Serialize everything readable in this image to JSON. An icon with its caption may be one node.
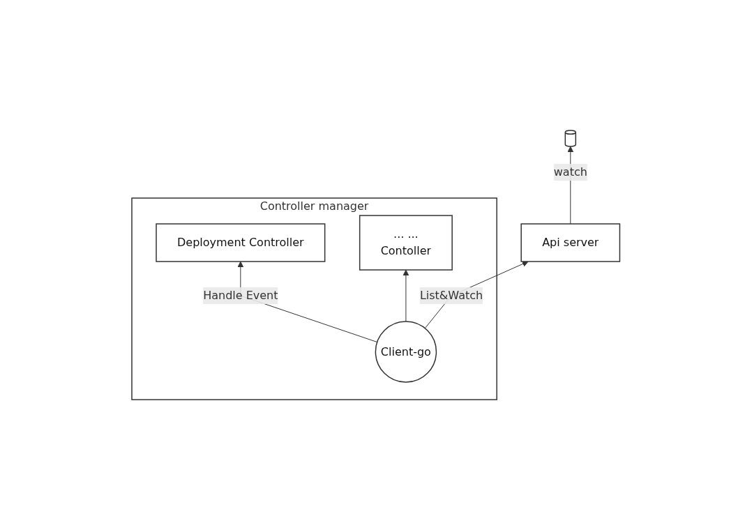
{
  "diagram": {
    "nodes": [
      {
        "text": [],
        "shape": "cylinder"
      },
      {
        "text": [
          "Api server"
        ]
      },
      {
        "text": [
          "Controller manager"
        ]
      },
      {
        "text": [
          "Client-go"
        ],
        "in": 2
      },
      {
        "text": [
          "Deployment Controller"
        ],
        "in": 2
      },
      {
        "text": [
          "... ...",
          "Contoller"
        ],
        "in": 2
      }
    ],
    "edges": [
      {
        "from": 1,
        "to": 0,
        "arrow": "to",
        "label": "watch"
      },
      {
        "from": 3,
        "to": 1,
        "arrow": "to",
        "label": "List&Watch"
      },
      {
        "from": 3,
        "to": 4,
        "arrow": "to",
        "label": "Handle Event"
      },
      {
        "from": 3,
        "to": 5,
        "arrow": "to"
      }
    ]
  }
}
